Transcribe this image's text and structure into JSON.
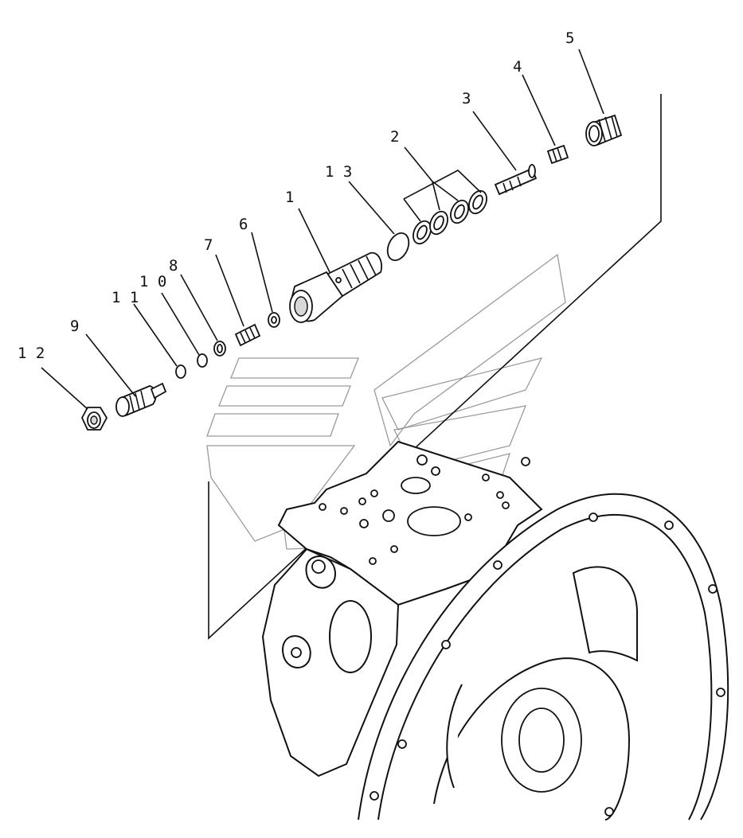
{
  "diagram": {
    "callouts": [
      {
        "id": "p1",
        "label": "1"
      },
      {
        "id": "p2",
        "label": "2"
      },
      {
        "id": "p3",
        "label": "3"
      },
      {
        "id": "p4",
        "label": "4"
      },
      {
        "id": "p5",
        "label": "5"
      },
      {
        "id": "p6",
        "label": "6"
      },
      {
        "id": "p7",
        "label": "7"
      },
      {
        "id": "p8",
        "label": "8"
      },
      {
        "id": "p9",
        "label": "9"
      },
      {
        "id": "p10",
        "label": "1 0"
      },
      {
        "id": "p11",
        "label": "1 1"
      },
      {
        "id": "p12",
        "label": "1 2"
      },
      {
        "id": "p13",
        "label": "1 3"
      }
    ]
  }
}
